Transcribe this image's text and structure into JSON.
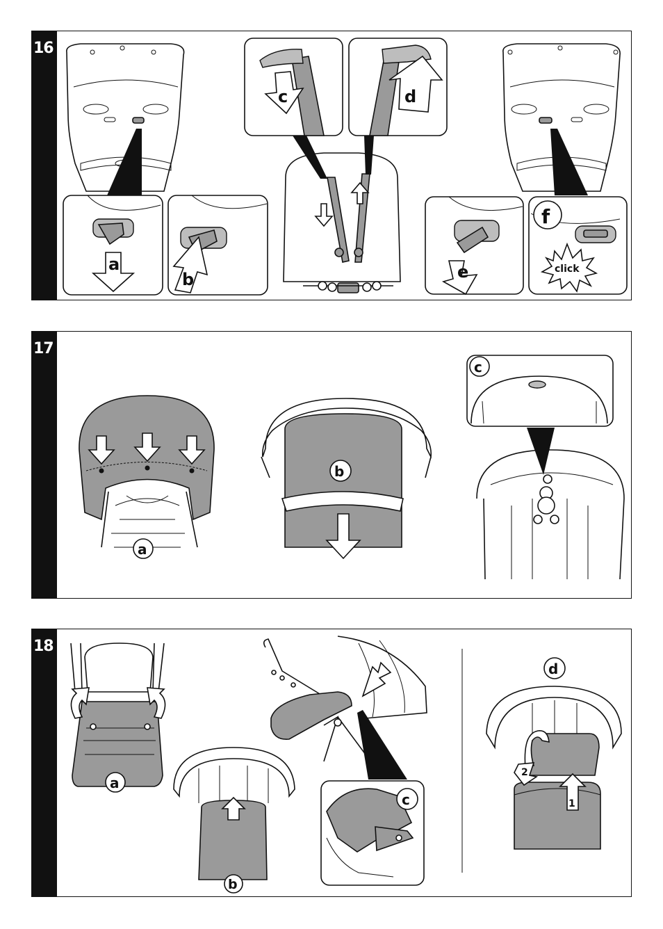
{
  "steps": [
    {
      "number": "16",
      "labels": [
        "a",
        "b",
        "c",
        "d",
        "e",
        "f"
      ],
      "click_text": "click"
    },
    {
      "number": "17",
      "labels": [
        "a",
        "b",
        "c"
      ]
    },
    {
      "number": "18",
      "labels": [
        "a",
        "b",
        "c",
        "d"
      ],
      "sequence": [
        "1",
        "2"
      ]
    }
  ],
  "colors": {
    "fabric_gray": "#9a9a9a",
    "ink": "#111111"
  }
}
